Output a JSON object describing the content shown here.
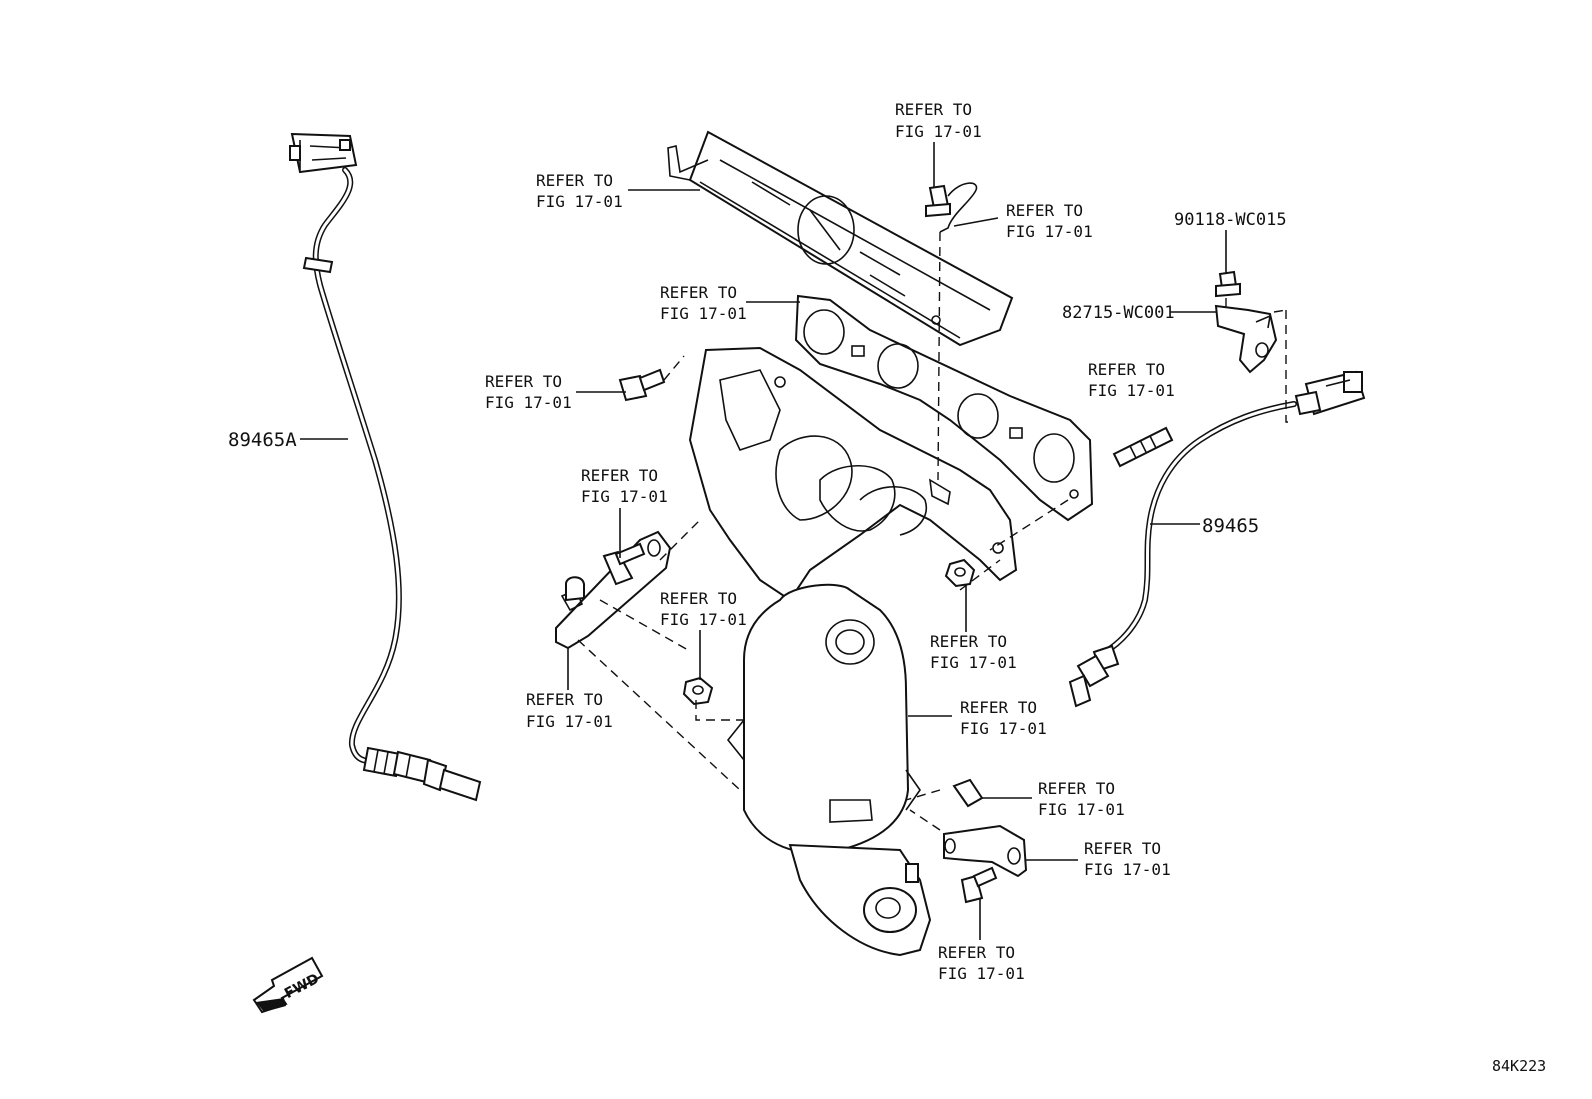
{
  "diagram_number": "84K223",
  "fwd_arrow_label": "FWD",
  "parts": {
    "sensor_left": "89465A",
    "sensor_right": "89465",
    "bolt": "90118-WC015",
    "bracket": "82715-WC001"
  },
  "refer": {
    "line1": "REFER TO",
    "line2": "FIG 17-01"
  }
}
